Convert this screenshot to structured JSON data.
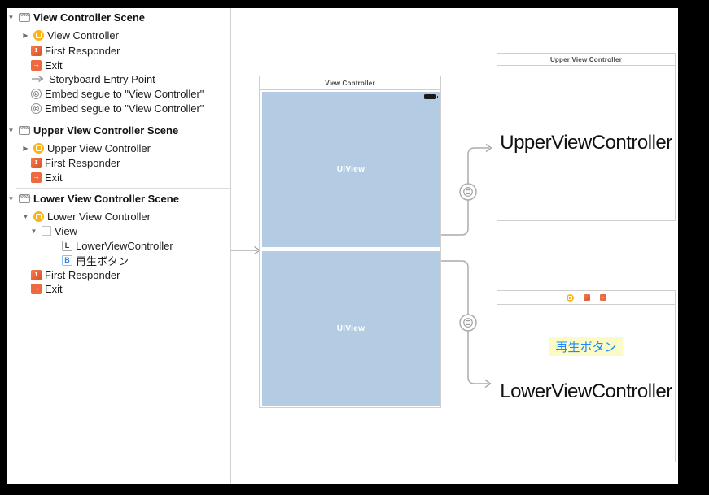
{
  "colors": {
    "uiview_blue": "#B4CBE4",
    "vc_yellow": "#FDB217",
    "responder_orange": "#ED6A40",
    "button_text_blue": "#1E87FF",
    "button_highlight_yellow": "#FBFBC8",
    "segue_line_gray": "#ACACAC"
  },
  "sidebar": {
    "sections": [
      {
        "title": "View Controller Scene",
        "items": [
          {
            "label": "View Controller",
            "icon": "view-controller-icon"
          },
          {
            "label": "First Responder",
            "icon": "first-responder-icon"
          },
          {
            "label": "Exit",
            "icon": "exit-icon"
          },
          {
            "label": "Storyboard Entry Point",
            "icon": "entry-point-arrow-icon"
          },
          {
            "label": "Embed segue to \"View Controller\"",
            "icon": "embed-segue-icon"
          },
          {
            "label": "Embed segue to \"View Controller\"",
            "icon": "embed-segue-icon"
          }
        ]
      },
      {
        "title": "Upper View Controller Scene",
        "items": [
          {
            "label": "Upper View Controller",
            "icon": "view-controller-icon"
          },
          {
            "label": "First Responder",
            "icon": "first-responder-icon"
          },
          {
            "label": "Exit",
            "icon": "exit-icon"
          }
        ]
      },
      {
        "title": "Lower View Controller Scene",
        "items": [
          {
            "label": "Lower View Controller",
            "icon": "view-controller-icon"
          },
          {
            "label": "View",
            "icon": "view-icon"
          },
          {
            "label": "LowerViewController",
            "icon": "label-badge-icon",
            "badge": "L"
          },
          {
            "label": "再生ボタン",
            "icon": "button-badge-icon",
            "badge": "B"
          },
          {
            "label": "First Responder",
            "icon": "first-responder-icon"
          },
          {
            "label": "Exit",
            "icon": "exit-icon"
          }
        ]
      }
    ]
  },
  "canvas": {
    "middle_vc": {
      "title": "View Controller",
      "top_view_label": "UIView",
      "bottom_view_label": "UIView"
    },
    "upper_vc": {
      "title": "Upper View Controller",
      "label": "UpperViewController"
    },
    "lower_vc": {
      "button_label": "再生ボタン",
      "label": "LowerViewController"
    }
  }
}
